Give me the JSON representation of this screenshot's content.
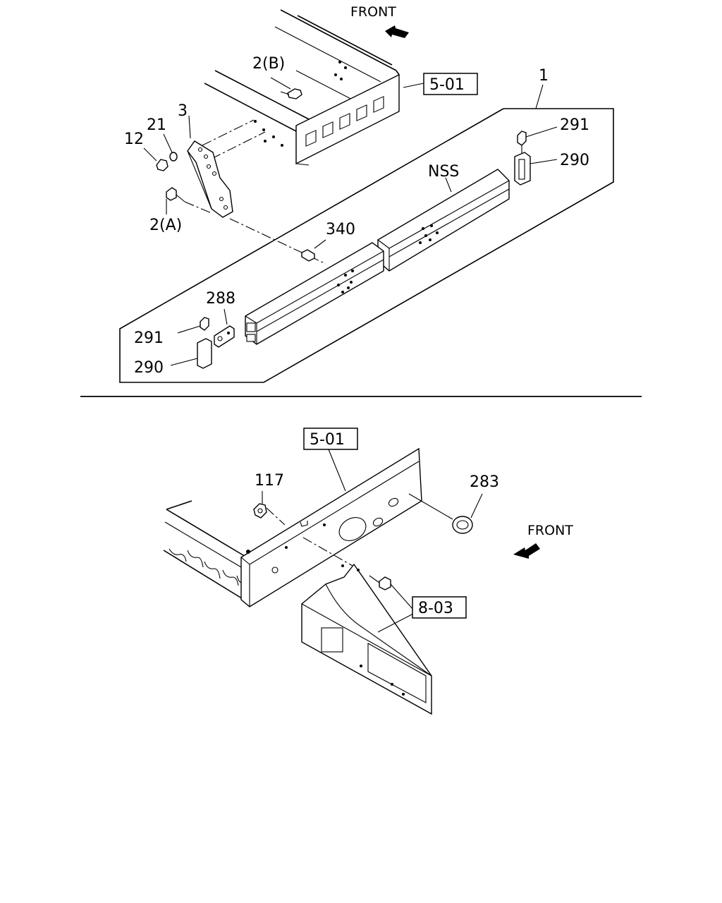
{
  "upper": {
    "front_label": "FRONT",
    "ref_box": "5-01",
    "labels": {
      "p2b": "2(B)",
      "p1": "1",
      "p3": "3",
      "p21": "21",
      "p12": "12",
      "p291_right": "291",
      "p290_right": "290",
      "nss": "NSS",
      "p2a": "2(A)",
      "p340": "340",
      "p288": "288",
      "p291_left": "291",
      "p290_left": "290"
    }
  },
  "lower": {
    "ref_box_top": "5-01",
    "ref_box_bottom": "8-03",
    "front_label": "FRONT",
    "labels": {
      "p117": "117",
      "p283": "283"
    }
  },
  "icons": {
    "front_arrow_top": "front-arrow-icon",
    "front_arrow_bottom": "front-arrow-icon"
  }
}
